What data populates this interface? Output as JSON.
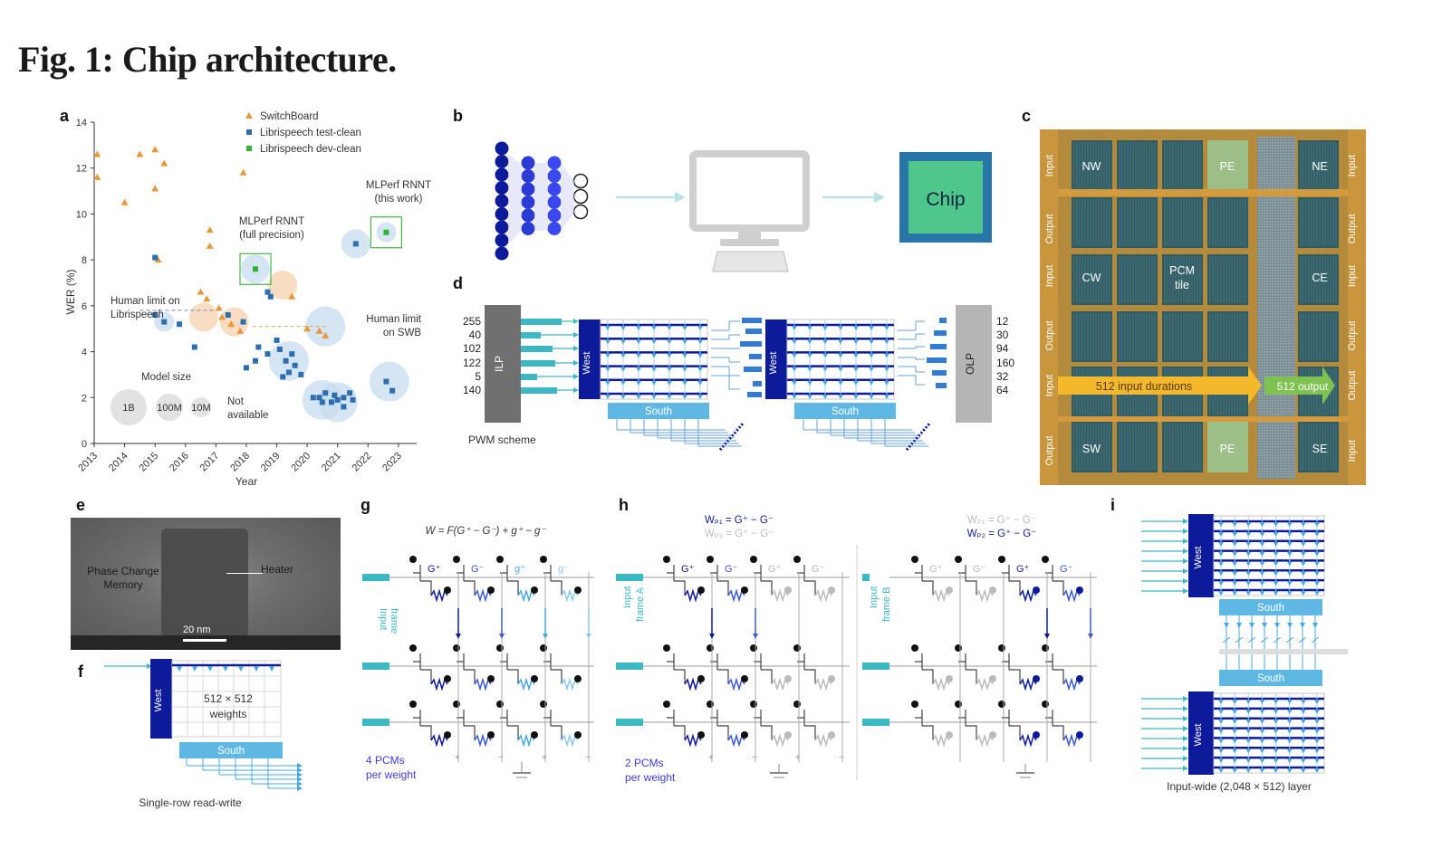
{
  "figure": {
    "title": "Fig. 1: Chip architecture."
  },
  "panel_labels": [
    "a",
    "b",
    "c",
    "d",
    "e",
    "f",
    "g",
    "h",
    "i"
  ],
  "colors": {
    "orange": "#e8973a",
    "blue": "#2d6fae",
    "green": "#2fb52f",
    "navy": "#0d1a9a",
    "teal": "#3bb8c3",
    "sky": "#4aa8e0",
    "chipgreen": "#4fc78c",
    "chipedge": "#2876a8"
  },
  "chart_data": {
    "type": "scatter",
    "xlabel": "Year",
    "ylabel": "WER (%)",
    "xlim": [
      2013,
      2023.6
    ],
    "ylim": [
      0,
      14
    ],
    "xticks": [
      "2013",
      "2014",
      "2015",
      "2016",
      "2017",
      "2018",
      "2019",
      "2020",
      "2021",
      "2022",
      "2023"
    ],
    "yticks": [
      "0",
      "2",
      "4",
      "6",
      "8",
      "10",
      "12",
      "14"
    ],
    "legend": [
      "SwitchBoard",
      "Librispeech test-clean",
      "Librispeech dev-clean"
    ],
    "series": [
      {
        "name": "SwitchBoard",
        "marker": "triangle",
        "color": "#e8973a",
        "points": [
          [
            2013.1,
            12.6
          ],
          [
            2013.1,
            11.6
          ],
          [
            2014.5,
            12.6
          ],
          [
            2014.0,
            10.5
          ],
          [
            2015.0,
            12.8
          ],
          [
            2015.3,
            12.2
          ],
          [
            2015.0,
            11.1
          ],
          [
            2016.8,
            9.3
          ],
          [
            2016.8,
            8.6
          ],
          [
            2017.9,
            11.8
          ],
          [
            2015.1,
            8.0
          ],
          [
            2016.5,
            6.6
          ],
          [
            2016.7,
            6.3
          ],
          [
            2017.1,
            5.9
          ],
          [
            2017.2,
            5.5
          ],
          [
            2017.5,
            5.2
          ],
          [
            2017.8,
            4.9
          ],
          [
            2019.5,
            6.4
          ],
          [
            2020.0,
            5.0
          ],
          [
            2020.4,
            4.9
          ],
          [
            2020.6,
            4.7
          ]
        ]
      },
      {
        "name": "Librispeech test-clean",
        "marker": "square",
        "color": "#2d6fae",
        "points": [
          [
            2015.0,
            5.6
          ],
          [
            2015.3,
            5.3
          ],
          [
            2015.8,
            5.2
          ],
          [
            2016.3,
            4.2
          ],
          [
            2017.4,
            5.6
          ],
          [
            2017.9,
            5.3
          ],
          [
            2018.0,
            3.3
          ],
          [
            2018.3,
            3.6
          ],
          [
            2018.4,
            4.2
          ],
          [
            2018.7,
            6.6
          ],
          [
            2018.8,
            6.4
          ],
          [
            2018.7,
            3.9
          ],
          [
            2019.0,
            4.5
          ],
          [
            2019.1,
            4.1
          ],
          [
            2019.3,
            3.6
          ],
          [
            2019.4,
            3.1
          ],
          [
            2019.5,
            3.9
          ],
          [
            2019.2,
            2.9
          ],
          [
            2019.6,
            3.4
          ],
          [
            2019.8,
            3.0
          ],
          [
            2020.2,
            2.0
          ],
          [
            2020.4,
            2.0
          ],
          [
            2020.5,
            1.8
          ],
          [
            2020.6,
            2.2
          ],
          [
            2020.8,
            1.8
          ],
          [
            2020.9,
            2.1
          ],
          [
            2021.0,
            1.9
          ],
          [
            2021.2,
            2.0
          ],
          [
            2021.4,
            2.2
          ],
          [
            2021.2,
            1.6
          ],
          [
            2021.5,
            1.9
          ],
          [
            2021.6,
            8.7
          ],
          [
            2022.6,
            2.7
          ],
          [
            2022.8,
            2.3
          ],
          [
            2015.0,
            8.1
          ]
        ]
      },
      {
        "name": "Librispeech dev-clean",
        "marker": "square",
        "color": "#2fb52f",
        "points": [
          [
            2018.3,
            7.6
          ],
          [
            2022.6,
            9.2
          ]
        ]
      }
    ],
    "bubbles": [
      {
        "x": 2015.3,
        "y": 5.3,
        "size": "10M"
      },
      {
        "x": 2016.6,
        "y": 5.5,
        "size": "100M"
      },
      {
        "x": 2017.6,
        "y": 5.3,
        "size": "100M"
      },
      {
        "x": 2018.3,
        "y": 7.6,
        "size": "100M"
      },
      {
        "x": 2019.2,
        "y": 6.9,
        "size": "100M"
      },
      {
        "x": 2019.4,
        "y": 3.6,
        "size": "1B"
      },
      {
        "x": 2020.6,
        "y": 5.1,
        "size": "1B"
      },
      {
        "x": 2020.5,
        "y": 1.9,
        "size": "1B"
      },
      {
        "x": 2021.0,
        "y": 1.8,
        "size": "1B"
      },
      {
        "x": 2021.6,
        "y": 8.7,
        "size": "100M"
      },
      {
        "x": 2022.7,
        "y": 2.7,
        "size": "1B"
      },
      {
        "x": 2022.6,
        "y": 9.2,
        "size": "10M"
      }
    ],
    "annotations": [
      {
        "text": [
          "MLPerf RNNT",
          "(this work)"
        ]
      },
      {
        "text": [
          "MLPerf RNNT",
          "(full precision)"
        ]
      },
      {
        "text": [
          "Human limit on",
          "Librispeech"
        ]
      },
      {
        "text": [
          "Human limit",
          "on SWB"
        ]
      },
      {
        "text": [
          "Model size"
        ]
      },
      {
        "text": [
          "Not",
          "available"
        ]
      }
    ],
    "human_limit_librispeech": 5.8,
    "human_limit_swb": 5.1,
    "bubble_legend": [
      "1B",
      "100M",
      "10M"
    ]
  },
  "panel_b": {
    "chip_label": "Chip"
  },
  "panel_c": {
    "corners": [
      "NW",
      "NE",
      "CW",
      "CE",
      "SW",
      "SE"
    ],
    "pe_label": "PE",
    "center_label": [
      "PCM",
      "tile"
    ],
    "input_arrow": "512 input durations",
    "output_arrow": "512 output",
    "side_labels": [
      "Input",
      "Output",
      "Input",
      "Output",
      "Input",
      "Output"
    ],
    "right_labels": [
      "Input",
      "Output",
      "Input",
      "Output",
      "Output",
      "Input"
    ]
  },
  "panel_d": {
    "left_values": [
      "255",
      "40",
      "102",
      "122",
      "5",
      "140"
    ],
    "right_values": [
      "12",
      "30",
      "94",
      "160",
      "32",
      "64"
    ],
    "ilp": "ILP",
    "olp": "OLP",
    "west": "West",
    "south": "South",
    "caption": "PWM scheme"
  },
  "panel_e": {
    "left_label": [
      "Phase Change",
      "Memory"
    ],
    "right_label": "Heater",
    "scale": "20 nm"
  },
  "panel_f": {
    "west": "West",
    "south": "South",
    "weights": [
      "512 × 512",
      "weights"
    ],
    "caption": "Single-row read-write"
  },
  "panel_g": {
    "equation": "W = F(G⁺ − G⁻) + g⁺ − g⁻",
    "cells": [
      "G⁺",
      "G⁻",
      "g⁺",
      "g⁻"
    ],
    "side_label": [
      "Input",
      "frame"
    ],
    "caption": [
      "4 PCMs",
      "per weight"
    ],
    "signs": [
      "+",
      "−",
      "+",
      "−"
    ]
  },
  "panel_h": {
    "eq_a": [
      "Wₚ₁ = G⁺ − G⁻",
      "Wₚ₂ = G⁺ − G⁻"
    ],
    "eq_b": [
      "Wₚ₁ = G⁺ − G⁻",
      "Wₚ₂ = G⁺ − G⁻"
    ],
    "cells": [
      "G⁺",
      "G⁻",
      "G⁺",
      "G⁻"
    ],
    "frame_a": [
      "Input",
      "frame A"
    ],
    "frame_b": [
      "Input",
      "frame B"
    ],
    "caption": [
      "2 PCMs",
      "per weight"
    ],
    "signs": [
      "+",
      "−",
      "+",
      "−"
    ]
  },
  "panel_i": {
    "west": "West",
    "south": "South",
    "caption": "Input-wide (2,048 × 512) layer"
  }
}
